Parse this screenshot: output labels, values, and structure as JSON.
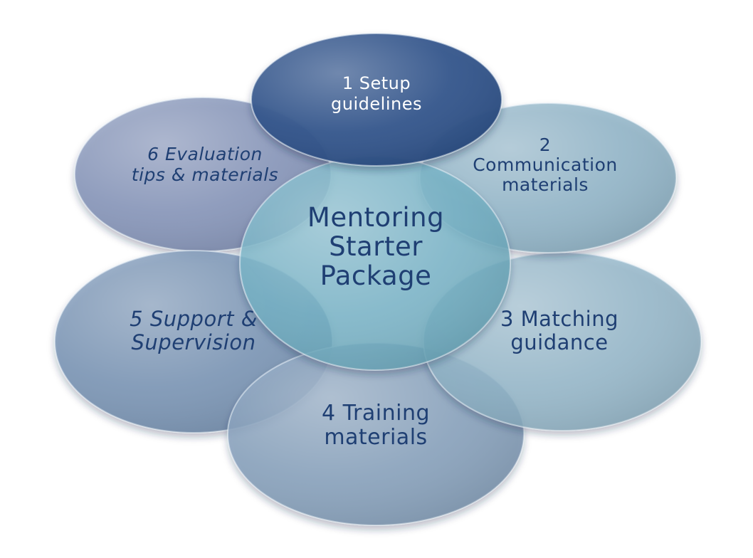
{
  "diagram": {
    "center": {
      "lines": [
        "Mentoring",
        "Starter",
        "Package"
      ],
      "fill": "#6fb0c4",
      "text_color": "#1f3f73"
    },
    "petals": [
      {
        "id": "setup",
        "lines": [
          "1 Setup",
          "guidelines"
        ],
        "italic": false,
        "fill": "#2c4f87",
        "text_color": "#ffffff"
      },
      {
        "id": "communication",
        "lines": [
          "2",
          "Communication",
          "materials"
        ],
        "italic": false,
        "fill": "#8cb2c6",
        "text_color": "#1f3f73"
      },
      {
        "id": "matching",
        "lines": [
          "3 Matching",
          "guidance"
        ],
        "italic": false,
        "fill": "#8cb2c6",
        "text_color": "#1f3f73"
      },
      {
        "id": "training",
        "lines": [
          "4 Training",
          "materials"
        ],
        "italic": false,
        "fill": "#7e9ab8",
        "text_color": "#1f3f73"
      },
      {
        "id": "support",
        "lines": [
          "5 Support &",
          "Supervision"
        ],
        "italic": true,
        "fill": "#6f8cb0",
        "text_color": "#1f3f73"
      },
      {
        "id": "evaluation",
        "lines": [
          "6 Evaluation",
          "tips & materials"
        ],
        "italic": true,
        "fill": "#7f8fb5",
        "text_color": "#1f3f73"
      }
    ]
  }
}
